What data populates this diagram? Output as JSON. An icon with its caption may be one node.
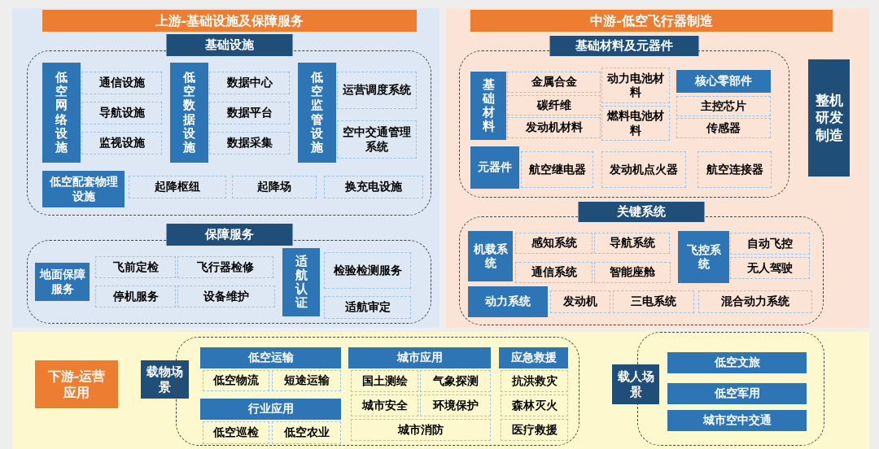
{
  "diagram": {
    "nodes": [
      {
        "text": [],
        "shape": "box"
      },
      {
        "text": [
          "上游-基础设施及保障服务"
        ],
        "in": 0
      },
      {
        "text": [
          "基础设施"
        ],
        "in": 0
      },
      {
        "text": [
          "低空网络设施"
        ],
        "in": 2
      },
      {
        "text": [
          "通信设施"
        ],
        "in": 2
      },
      {
        "text": [
          "导航设施"
        ],
        "in": 2
      },
      {
        "text": [
          "监视设施"
        ],
        "in": 2
      },
      {
        "text": [
          "低空数据设施"
        ],
        "in": 2
      },
      {
        "text": [
          "数据中心"
        ],
        "in": 2
      },
      {
        "text": [
          "数据平台"
        ],
        "in": 2
      },
      {
        "text": [
          "数据采集"
        ],
        "in": 2
      },
      {
        "text": [
          "低空监管设施"
        ],
        "in": 2
      },
      {
        "text": [
          "运营调度系统"
        ],
        "in": 2
      },
      {
        "text": [
          "空中交通管理系统"
        ],
        "in": 2
      },
      {
        "text": [
          "低空配套物理设施"
        ],
        "in": 2
      },
      {
        "text": [
          "起降枢纽"
        ],
        "in": 2
      },
      {
        "text": [
          "起降场"
        ],
        "in": 2
      },
      {
        "text": [
          "换充电设施"
        ],
        "in": 2
      },
      {
        "text": [
          "保障服务"
        ],
        "in": 0
      },
      {
        "text": [
          "地面保障服务"
        ],
        "in": 18
      },
      {
        "text": [
          "飞前定检"
        ],
        "in": 18
      },
      {
        "text": [
          "飞行器检修"
        ],
        "in": 18
      },
      {
        "text": [
          "停机服务"
        ],
        "in": 18
      },
      {
        "text": [
          "设备维护"
        ],
        "in": 18
      },
      {
        "text": [
          "适航认证"
        ],
        "in": 18
      },
      {
        "text": [
          "检验检测服务"
        ],
        "in": 18
      },
      {
        "text": [
          "适航审定"
        ],
        "in": 18
      },
      {
        "text": [],
        "shape": "box"
      },
      {
        "text": [
          "中游-低空飞行器制造"
        ],
        "in": 27
      },
      {
        "text": [
          "基础材料及元器件"
        ],
        "in": 27
      },
      {
        "text": [
          "基础材料"
        ],
        "in": 29
      },
      {
        "text": [
          "金属合金"
        ],
        "in": 29
      },
      {
        "text": [
          "碳纤维"
        ],
        "in": 29
      },
      {
        "text": [
          "发动机材料"
        ],
        "in": 29
      },
      {
        "text": [
          "动力电池材料"
        ],
        "in": 29
      },
      {
        "text": [
          "燃料电池材料"
        ],
        "in": 29
      },
      {
        "text": [
          "核心零部件"
        ],
        "in": 29
      },
      {
        "text": [
          "主控芯片"
        ],
        "in": 29
      },
      {
        "text": [
          "传感器"
        ],
        "in": 29
      },
      {
        "text": [
          "元器件"
        ],
        "in": 29
      },
      {
        "text": [
          "航空继电器"
        ],
        "in": 29
      },
      {
        "text": [
          "发动机点火器"
        ],
        "in": 29
      },
      {
        "text": [
          "航空连接器"
        ],
        "in": 29
      },
      {
        "text": [
          "整机研发制造"
        ],
        "in": 27
      },
      {
        "text": [
          "关键系统"
        ],
        "in": 27
      },
      {
        "text": [
          "机载系统"
        ],
        "in": 44
      },
      {
        "text": [
          "感知系统"
        ],
        "in": 44
      },
      {
        "text": [
          "导航系统"
        ],
        "in": 44
      },
      {
        "text": [
          "通信系统"
        ],
        "in": 44
      },
      {
        "text": [
          "智能座舱"
        ],
        "in": 44
      },
      {
        "text": [
          "飞控系统"
        ],
        "in": 44
      },
      {
        "text": [
          "自动飞控"
        ],
        "in": 44
      },
      {
        "text": [
          "无人驾驶"
        ],
        "in": 44
      },
      {
        "text": [
          "动力系统"
        ],
        "in": 44
      },
      {
        "text": [
          "发动机"
        ],
        "in": 44
      },
      {
        "text": [
          "三电系统"
        ],
        "in": 44
      },
      {
        "text": [
          "混合动力系统"
        ],
        "in": 44
      },
      {
        "text": [],
        "shape": "box"
      },
      {
        "text": [
          "下游-运营应用"
        ],
        "in": 57
      },
      {
        "text": [
          "载物场景"
        ],
        "in": 57
      },
      {
        "text": [],
        "shape": "box",
        "in": 57
      },
      {
        "text": [
          "低空运输"
        ],
        "in": 60
      },
      {
        "text": [
          "低空物流"
        ],
        "in": 60
      },
      {
        "text": [
          "短途运输"
        ],
        "in": 60
      },
      {
        "text": [
          "行业应用"
        ],
        "in": 60
      },
      {
        "text": [
          "低空巡检"
        ],
        "in": 60
      },
      {
        "text": [
          "低空农业"
        ],
        "in": 60
      },
      {
        "text": [
          "城市应用"
        ],
        "in": 60
      },
      {
        "text": [
          "国土测绘"
        ],
        "in": 60
      },
      {
        "text": [
          "气象探测"
        ],
        "in": 60
      },
      {
        "text": [
          "城市安全"
        ],
        "in": 60
      },
      {
        "text": [
          "环境保护"
        ],
        "in": 60
      },
      {
        "text": [
          "城市消防"
        ],
        "in": 60
      },
      {
        "text": [
          "应急救援"
        ],
        "in": 60
      },
      {
        "text": [
          "抗洪救灾"
        ],
        "in": 60
      },
      {
        "text": [
          "森林灭火"
        ],
        "in": 60
      },
      {
        "text": [
          "医疗救援"
        ],
        "in": 60
      },
      {
        "text": [
          "载人场景"
        ],
        "in": 57
      },
      {
        "text": [],
        "shape": "box",
        "in": 57
      },
      {
        "text": [
          "低空文旅"
        ],
        "in": 78
      },
      {
        "text": [
          "低空军用"
        ],
        "in": 78
      },
      {
        "text": [
          "城市空中交通"
        ],
        "in": 78
      }
    ]
  }
}
